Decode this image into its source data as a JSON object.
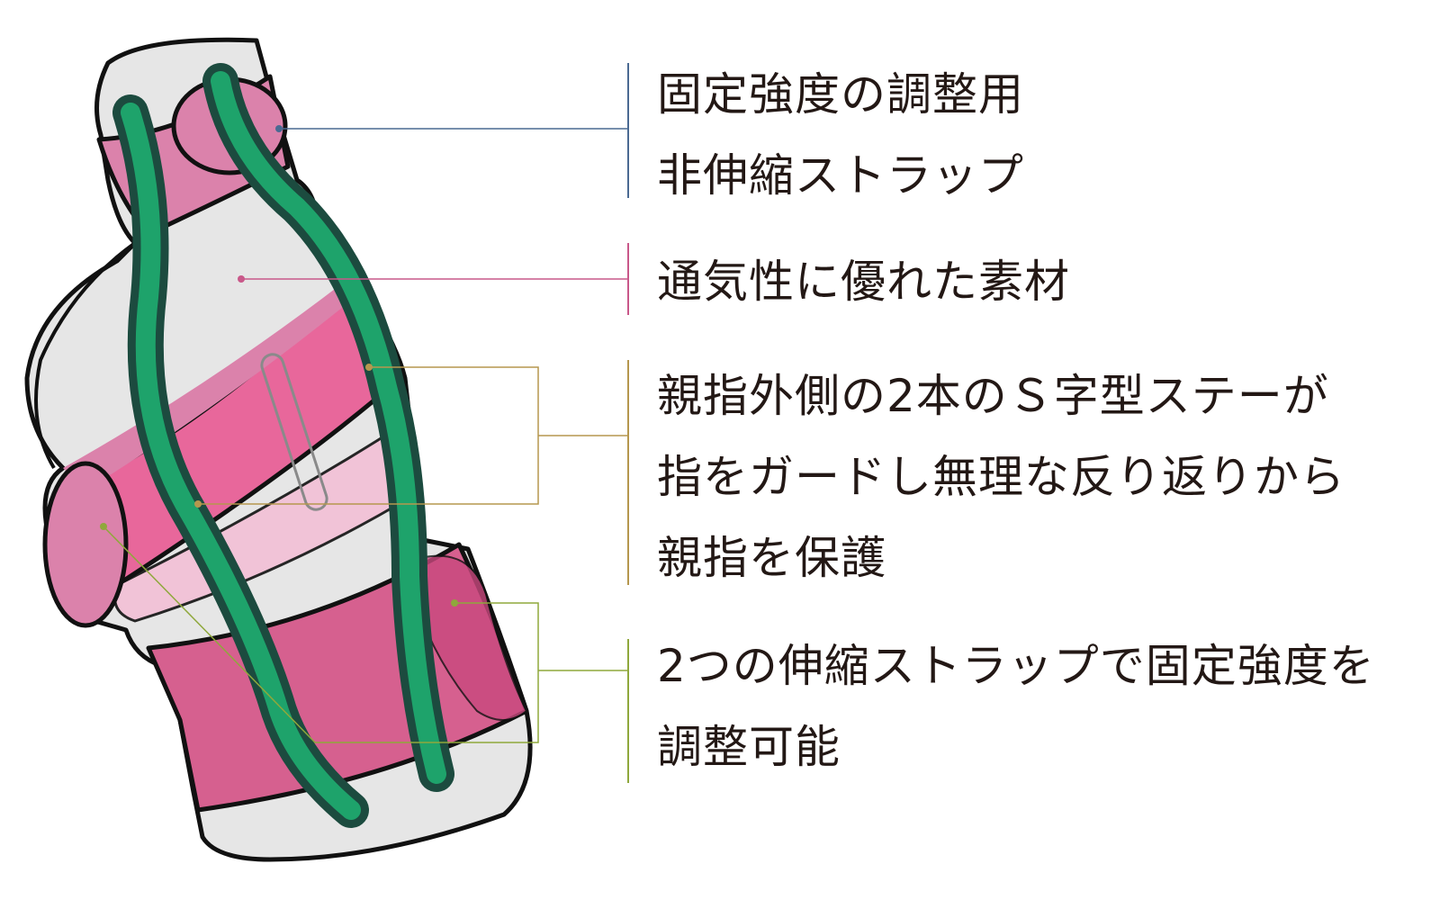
{
  "colors": {
    "outline": "#111111",
    "body_gray": "#e6e6e6",
    "strap_pink": "#db82ab",
    "band_pink": "#e8679b",
    "light_pink": "#f3c0d6",
    "lower_pink": "#d6608f",
    "stay_green": "#1ea36b",
    "stay_dark": "#1c4b3f",
    "leader_blue": "#4a6a92",
    "leader_pink": "#c9588a",
    "leader_gold": "#b5974e",
    "leader_olive": "#8fa83c"
  },
  "callouts": [
    {
      "lines": [
        "固定強度の調整用",
        "非伸縮ストラップ"
      ],
      "color": "#4a6a92"
    },
    {
      "lines": [
        "通気性に優れた素材"
      ],
      "color": "#c9588a"
    },
    {
      "lines": [
        "親指外側の2本のＳ字型ステーが",
        "指をガードし無理な反り返りから",
        "親指を保護"
      ],
      "color": "#b5974e"
    },
    {
      "lines": [
        "2つの伸縮ストラップで固定強度を",
        "調整可能"
      ],
      "color": "#8fa83c"
    }
  ]
}
